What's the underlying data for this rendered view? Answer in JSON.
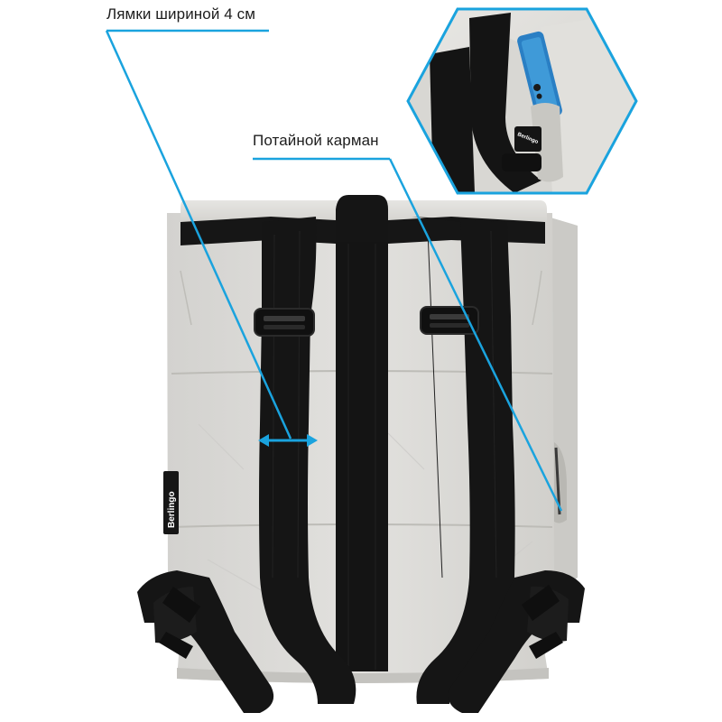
{
  "callouts": {
    "straps": "Лямки шириной 4 см",
    "pocket": "Потайной карман"
  },
  "brand": {
    "tag": "Berlingo",
    "inset_tag": "Berlingo"
  },
  "colors": {
    "callout_line": "#1aa3de",
    "bag_body": "#dcdbd8",
    "bag_shadow": "#c9c8c4",
    "strap": "#141414",
    "text": "#1d1d1d"
  }
}
